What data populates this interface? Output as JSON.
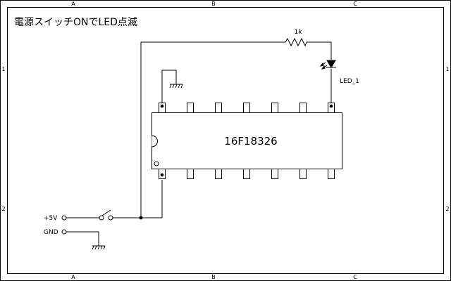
{
  "sheet": {
    "title": "電源スイッチONでLED点滅",
    "columns": [
      "A",
      "B",
      "C"
    ],
    "rows": [
      "1",
      "2"
    ]
  },
  "components": {
    "resistor": {
      "value": "1k"
    },
    "led": {
      "name": "LED_1"
    },
    "chip": {
      "part": "16F18326"
    },
    "supply": {
      "label": "+5V"
    },
    "ground_terminal": {
      "label": "GND"
    }
  },
  "colors": {
    "wire": "#000000",
    "background": "#ffffff"
  }
}
